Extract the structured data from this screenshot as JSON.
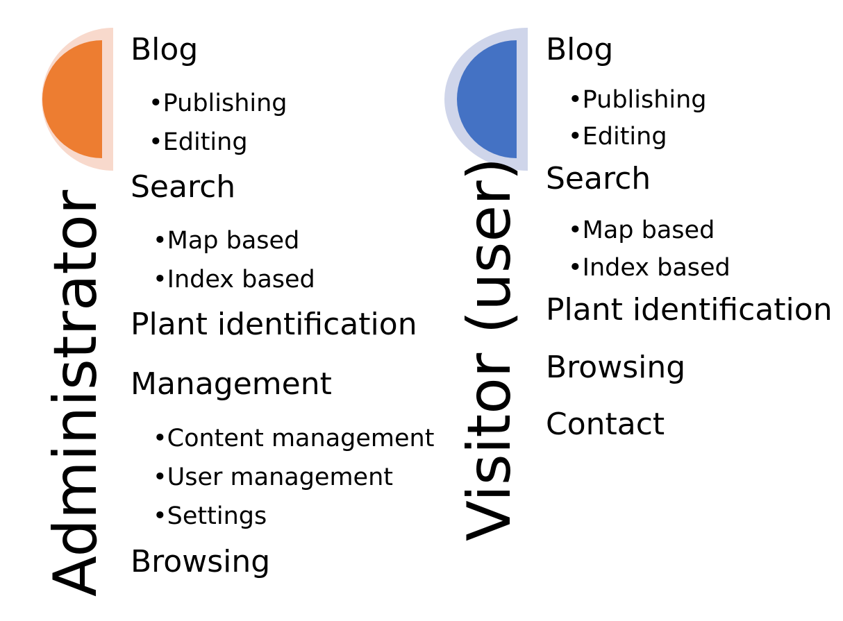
{
  "colors": {
    "admin_fill": "#ED7D31",
    "admin_ring": "#F8D9CC",
    "visitor_fill": "#4472C4",
    "visitor_ring": "#CFD5EA"
  },
  "administrator": {
    "title": "Administrator",
    "items": [
      {
        "label": "Blog",
        "sub": [
          "•Publishing",
          "•Editing"
        ]
      },
      {
        "label": "Search",
        "sub": [
          "•Map based",
          "•Index based"
        ]
      },
      {
        "label": "Plant identification",
        "sub": []
      },
      {
        "label": "Management",
        "sub": [
          "•Content management",
          "•User management",
          "•Settings"
        ]
      },
      {
        "label": "Browsing",
        "sub": []
      }
    ]
  },
  "visitor": {
    "title": "Visitor (user)",
    "items": [
      {
        "label": "Blog",
        "sub": [
          "•Publishing",
          "•Editing"
        ]
      },
      {
        "label": "Search",
        "sub": [
          "•Map based",
          "•Index based"
        ]
      },
      {
        "label": "Plant identification",
        "sub": []
      },
      {
        "label": "Browsing",
        "sub": []
      },
      {
        "label": "Contact",
        "sub": []
      }
    ]
  }
}
